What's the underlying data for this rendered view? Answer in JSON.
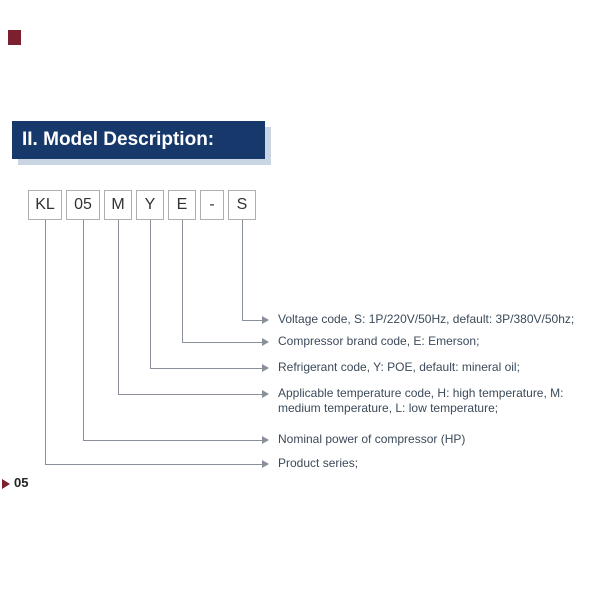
{
  "header": {
    "title": "II. Model Description:"
  },
  "model": {
    "segments": [
      "KL",
      "05",
      "M",
      "Y",
      "E",
      "-",
      "S"
    ]
  },
  "annotations": [
    {
      "code": "S",
      "text": "Voltage code, S: 1P/220V/50Hz, default: 3P/380V/50hz;"
    },
    {
      "code": "E",
      "text": "Compressor brand code, E: Emerson;"
    },
    {
      "code": "Y",
      "text": "Refrigerant code, Y: POE, default: mineral oil;"
    },
    {
      "code": "M",
      "text": "Applicable temperature code, H: high temperature, M: medium temperature, L: low temperature;"
    },
    {
      "code": "05",
      "text": "Nominal power of compressor (HP)"
    },
    {
      "code": "KL",
      "text": "Product series;"
    }
  ],
  "footer": {
    "page_fragment": "05"
  },
  "colors": {
    "banner": "#16386b",
    "banner_shadow": "#c9d5e3",
    "accent_red": "#7c1f2e",
    "line": "#8a9099",
    "text": "#3c4a5a"
  }
}
